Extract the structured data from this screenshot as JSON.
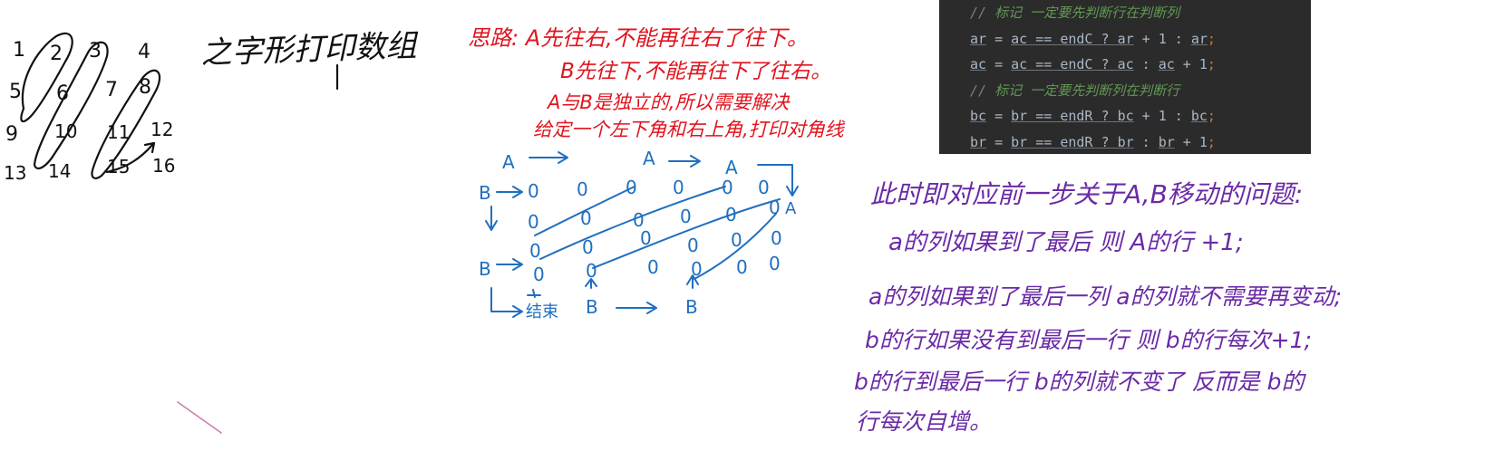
{
  "title_note": "之字形打印数组",
  "number_grid": [
    "1",
    "2",
    "3",
    "4",
    "5",
    "6",
    "7",
    "8",
    "9",
    "10",
    "11",
    "12",
    "13",
    "14",
    "15",
    "16"
  ],
  "thinking": {
    "lines": [
      "思路: A先往右,不能再往右了往下。",
      "B先往下,不能再往下了往右。",
      "A与B是独立的,所以需要解决",
      "给定一个左下角和右上角,打印对角线"
    ]
  },
  "matrix_labels": {
    "a": "A",
    "b": "B",
    "end_label": "结束",
    "cell": "0"
  },
  "code": {
    "lines": [
      {
        "type": "comment",
        "text": "标记 一定要先判断行在判断列"
      },
      {
        "type": "code",
        "var1": "ar",
        "expr": "ac == endC ? ",
        "v2": "ar",
        "plus": " + 1 : ",
        "v3": "ar"
      },
      {
        "type": "code",
        "var1": "ac",
        "expr": "ac == endC ? ",
        "v2": "ac",
        "plus": " : ",
        "v3": "ac",
        "tail": " + 1"
      },
      {
        "type": "comment",
        "text": "标记 一定要先判断列在判断行"
      },
      {
        "type": "code",
        "var1": "bc",
        "expr": "br == endR ? ",
        "v2": "bc",
        "plus": " + 1 : ",
        "v3": "bc"
      },
      {
        "type": "code",
        "var1": "br",
        "expr": "br == endR ? ",
        "v2": "br",
        "plus": " : ",
        "v3": "br",
        "tail": " + 1"
      }
    ],
    "comment_prefix": "// "
  },
  "explanation": {
    "lines": [
      "此时即对应前一步关于A,B移动的问题:",
      "a的列如果到了最后 则 A的行 +1;",
      "a的列如果到了最后一列 a的列就不需要再变动;",
      "b的行如果没有到最后一行 则 b的行每次+1;",
      "b的行到最后一行 b的列就不变了 反而是 b的",
      "行每次自增。"
    ]
  }
}
